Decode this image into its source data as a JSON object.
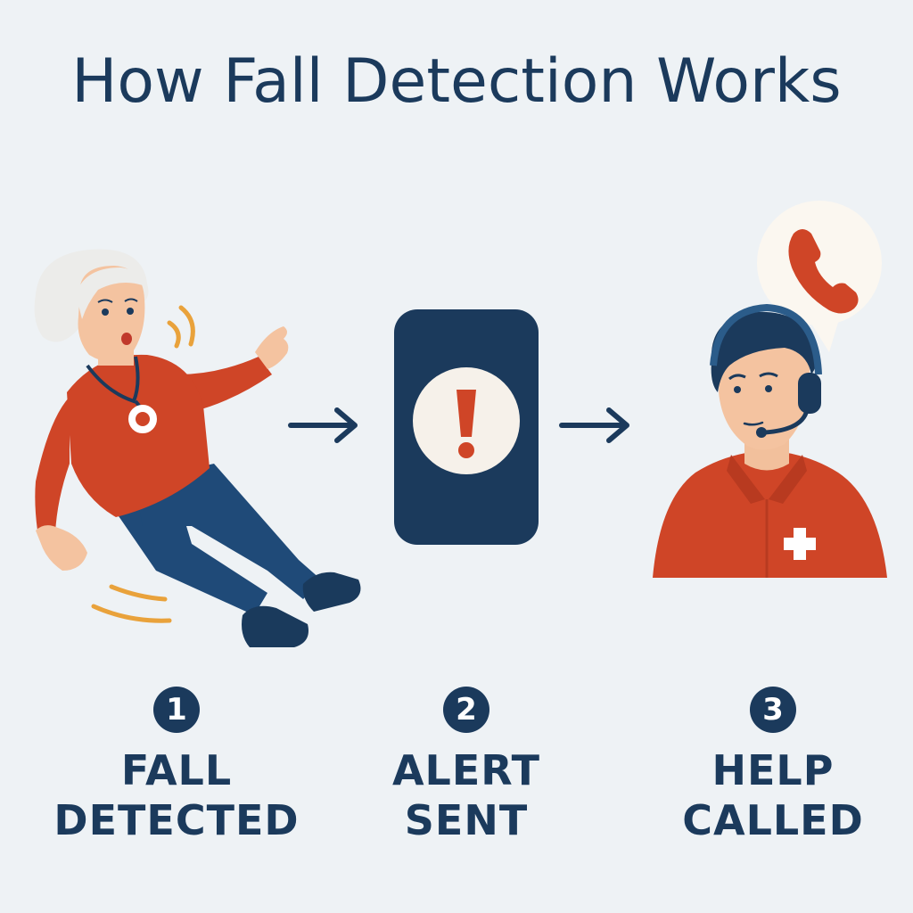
{
  "title": "How Fall Detection Works",
  "steps": [
    {
      "number": "1",
      "line1": "FALL",
      "line2": "DETECTED"
    },
    {
      "number": "2",
      "line1": "ALERT",
      "line2": "SENT"
    },
    {
      "number": "3",
      "line1": "HELP",
      "line2": "CALLED"
    }
  ],
  "icons": {
    "alert": "exclamation-icon",
    "call": "phone-icon"
  },
  "colors": {
    "background": "#eef2f5",
    "navy": "#1b3a5c",
    "red": "#cf4527",
    "orange": "#e9a23b",
    "skin": "#f4c3a0",
    "hair": "#ececea"
  }
}
